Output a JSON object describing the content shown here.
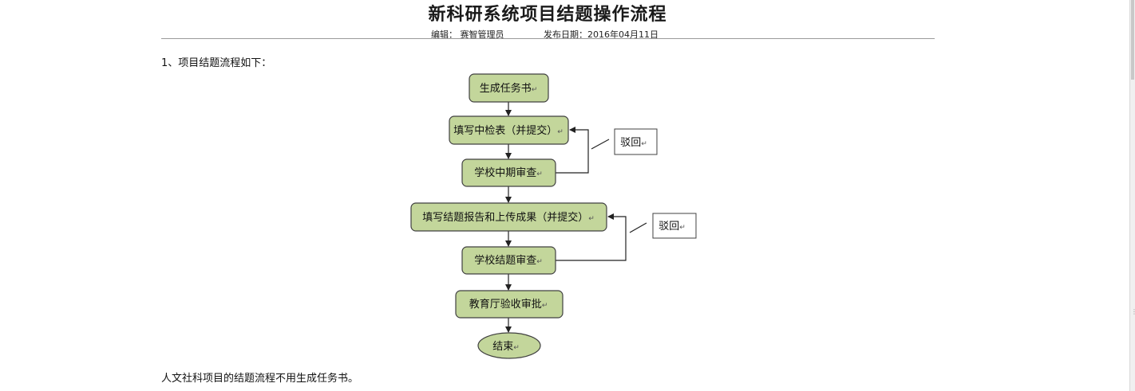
{
  "document": {
    "title": "新科研系统项目结题操作流程",
    "editor_label": "编辑：",
    "editor_value": "赛智管理员",
    "publish_label": "发布日期：",
    "publish_value": "2016年04月11日",
    "intro": "1、项目结题流程如下：",
    "footer_note": "人文社科项目的结题流程不用生成任务书。"
  },
  "flowchart": {
    "nodes": [
      {
        "id": "generate-task",
        "label": "生成任务书",
        "shape": "rounded-rect",
        "fill": "#c3d69b"
      },
      {
        "id": "fill-midterm",
        "label": "填写中检表（并提交）",
        "shape": "rounded-rect",
        "fill": "#c3d69b"
      },
      {
        "id": "school-midterm-review",
        "label": "学校中期审查",
        "shape": "rounded-rect",
        "fill": "#c3d69b"
      },
      {
        "id": "fill-final-report",
        "label": "填写结题报告和上传成果（并提交）",
        "shape": "rounded-rect",
        "fill": "#c3d69b"
      },
      {
        "id": "school-final-review",
        "label": "学校结题审查",
        "shape": "rounded-rect",
        "fill": "#c3d69b"
      },
      {
        "id": "education-dept-approval",
        "label": "教育厅验收审批",
        "shape": "rounded-rect",
        "fill": "#c3d69b"
      },
      {
        "id": "end",
        "label": "结束",
        "shape": "ellipse",
        "fill": "#c3d69b"
      }
    ],
    "edges": [
      {
        "from": "generate-task",
        "to": "fill-midterm"
      },
      {
        "from": "fill-midterm",
        "to": "school-midterm-review"
      },
      {
        "from": "school-midterm-review",
        "to": "fill-final-report"
      },
      {
        "from": "fill-final-report",
        "to": "school-final-review"
      },
      {
        "from": "school-final-review",
        "to": "education-dept-approval"
      },
      {
        "from": "education-dept-approval",
        "to": "end"
      },
      {
        "from": "school-midterm-review",
        "to": "fill-midterm",
        "kind": "reject"
      },
      {
        "from": "school-final-review",
        "to": "fill-final-report",
        "kind": "reject"
      }
    ],
    "reject_notes": [
      "驳回",
      "驳回"
    ],
    "paragraph_mark": "↵"
  }
}
